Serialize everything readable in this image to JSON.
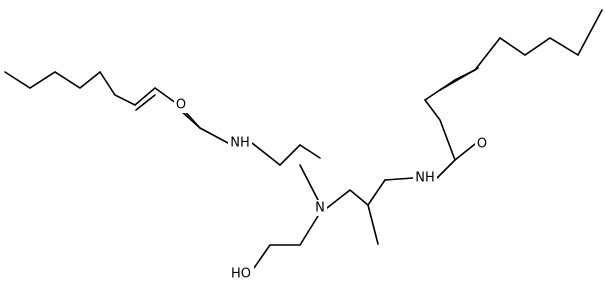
{
  "diagram": {
    "type": "skeletal-structure",
    "atom_labels": {
      "carbonyl_oxygen_left": "O",
      "amide_n_left": "NH",
      "amine_n_center": "N",
      "amide_n_right": "NH",
      "carbonyl_oxygen_right": "O",
      "hydroxyl": "HO"
    }
  }
}
